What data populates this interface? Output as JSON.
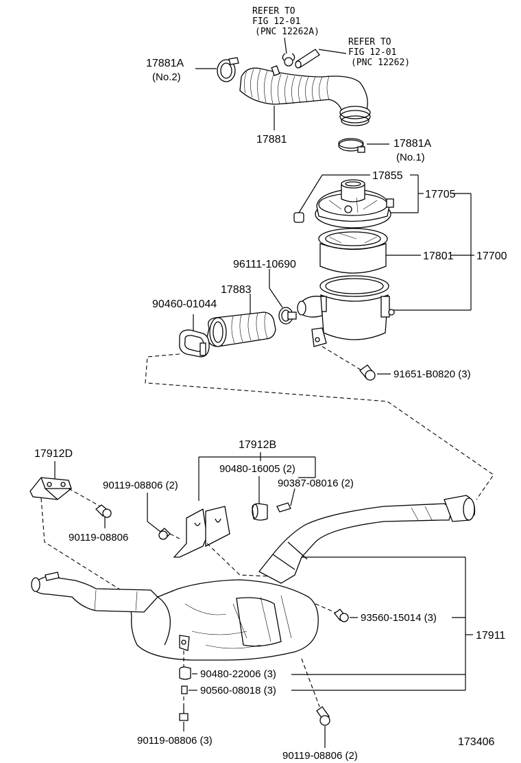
{
  "refs": {
    "ref1": {
      "line1": "REFER TO",
      "line2": "FIG 12-01",
      "line3": "(PNC 12262A)"
    },
    "ref2": {
      "line1": "REFER TO",
      "line2": "FIG 12-01",
      "line3": "(PNC 12262)"
    }
  },
  "labels": {
    "p17881A_no2": "17881A",
    "no2": "(No.2)",
    "p17881": "17881",
    "p17881A_no1": "17881A",
    "no1": "(No.1)",
    "p17855": "17855",
    "p17705": "17705",
    "p96111": "96111-10690",
    "p17801": "17801",
    "p17700": "17700",
    "p17883": "17883",
    "p90460": "90460-01044",
    "p91651": "91651-B0820 (3)",
    "p17912D": "17912D",
    "p17912B": "17912B",
    "p90480_16005": "90480-16005 (2)",
    "p90387": "90387-08016 (2)",
    "p90119_a": "90119-08806 (2)",
    "p90119_b": "90119-08806",
    "p93560": "93560-15014 (3)",
    "p17911": "17911",
    "p90480_22006": "90480-22006 (3)",
    "p90560": "90560-08018 (3)",
    "p90119_c": "90119-08806 (3)",
    "p90119_d": "90119-08806 (2)",
    "figure_number": "173406"
  }
}
